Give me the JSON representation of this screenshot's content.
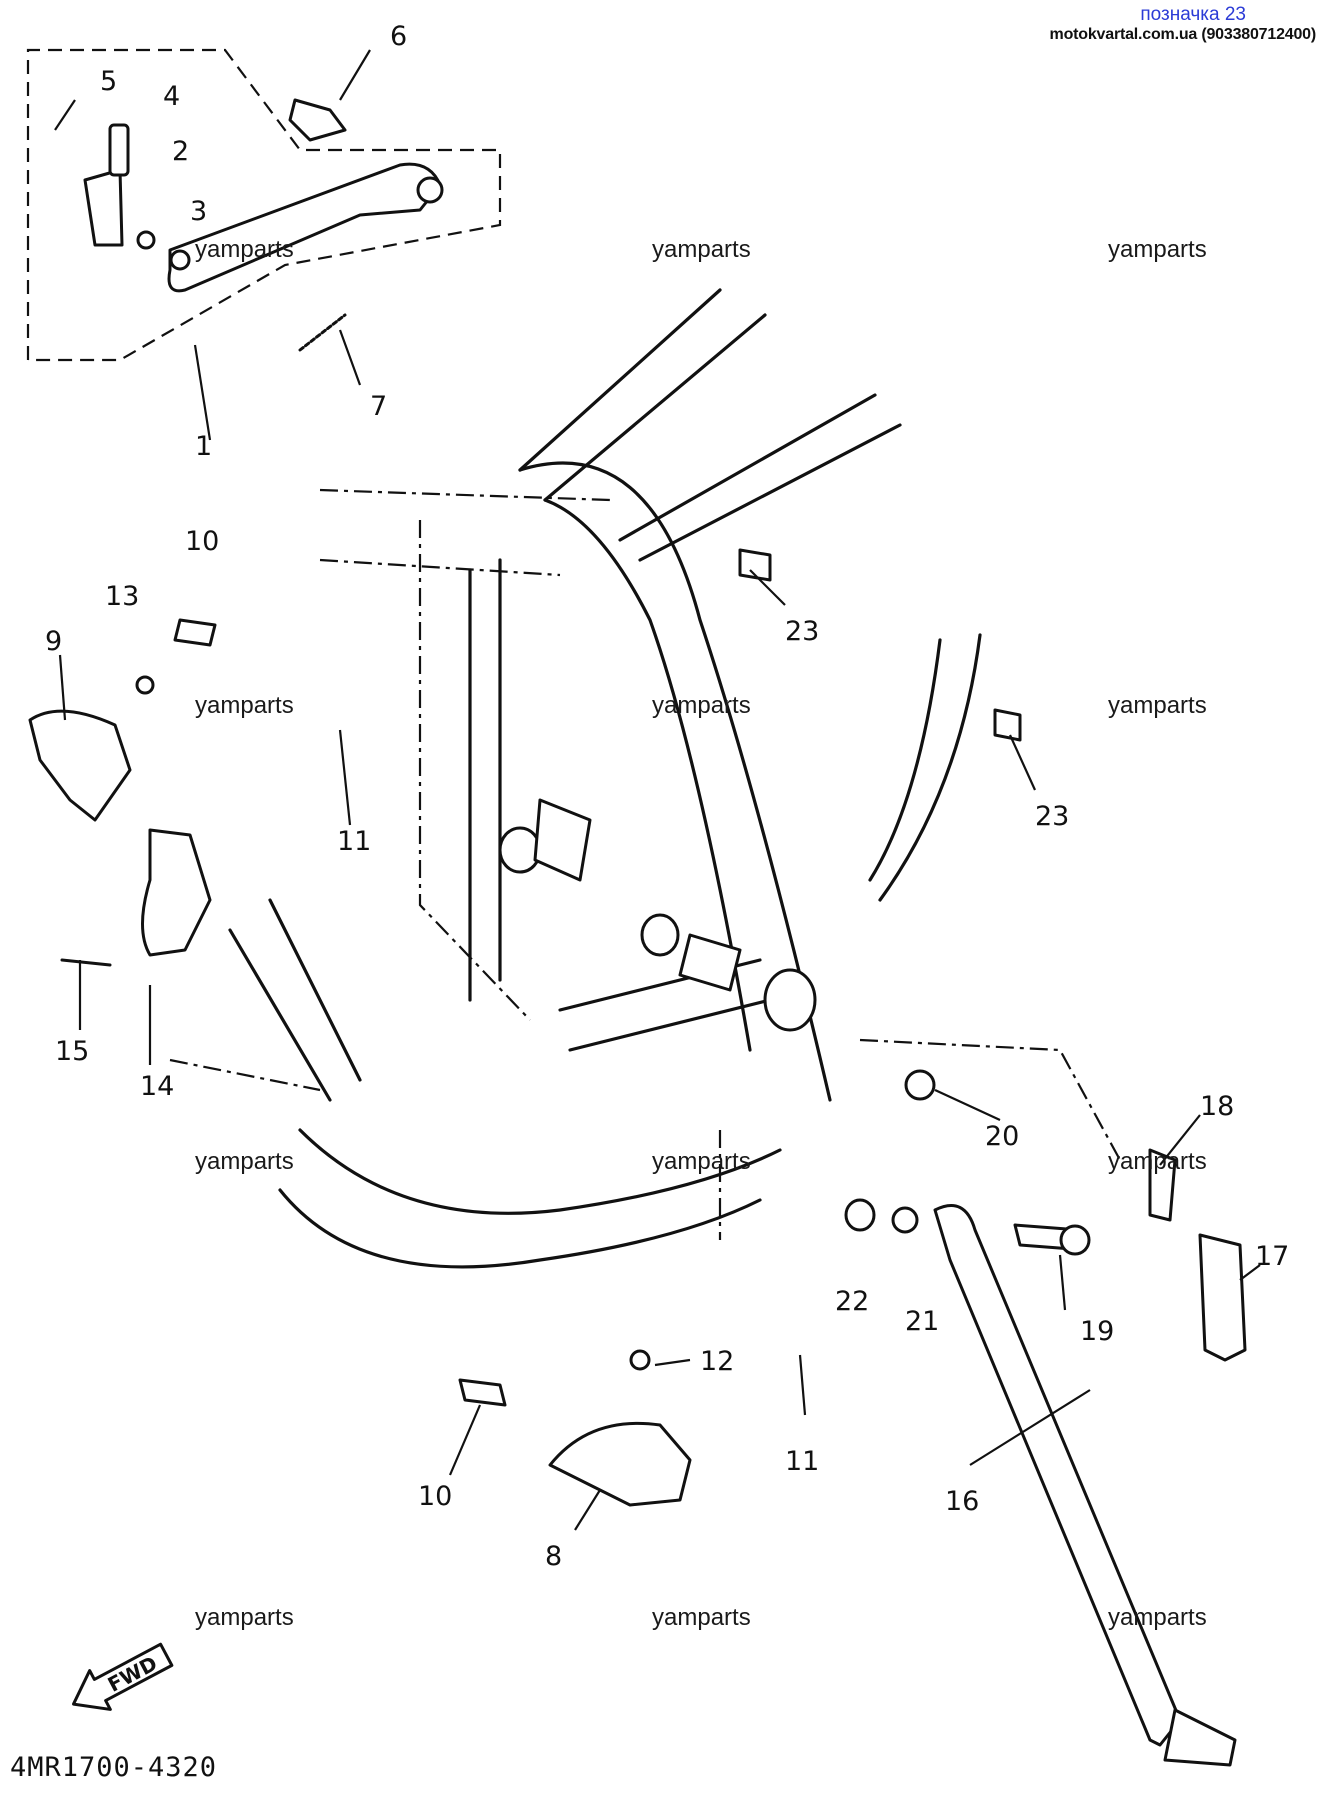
{
  "header": {
    "title": "позначка 23",
    "site": "motokvartal.com.ua (903380712400)"
  },
  "watermark_text": "yamparts",
  "watermarks": [
    "yamparts",
    "yamparts",
    "yamparts",
    "yamparts",
    "yamparts",
    "yamparts",
    "yamparts",
    "yamparts",
    "yamparts",
    "yamparts",
    "yamparts",
    "yamparts"
  ],
  "callouts": [
    "1",
    "2",
    "3",
    "4",
    "5",
    "6",
    "7",
    "8",
    "9",
    "10",
    "10",
    "11",
    "11",
    "12",
    "13",
    "14",
    "15",
    "16",
    "17",
    "18",
    "19",
    "20",
    "21",
    "22",
    "23",
    "23"
  ],
  "fwd_label": "FWD",
  "diagram_code": "4MR1700-4320"
}
